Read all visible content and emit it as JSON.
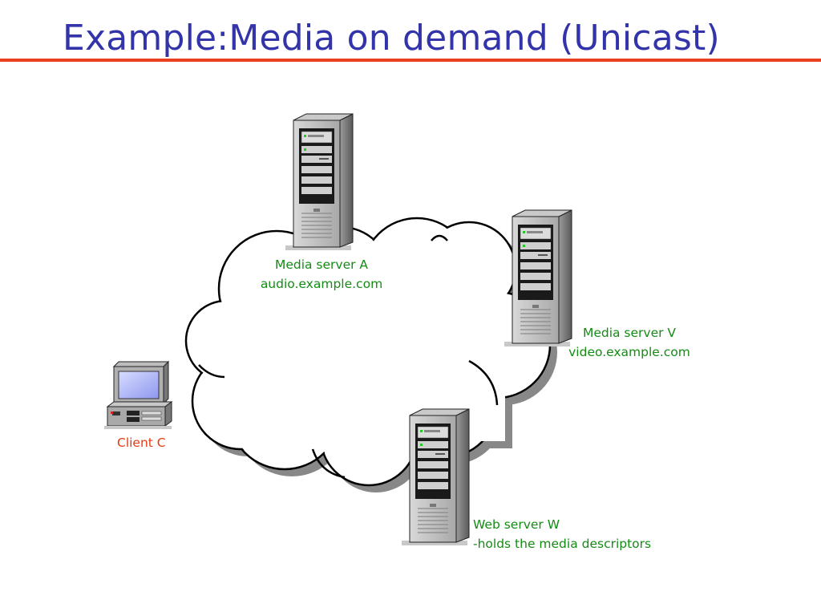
{
  "slide": {
    "title": "Example:Media on demand (Unicast)"
  },
  "nodes": {
    "media_server_a": {
      "name": "Media server A",
      "host": "audio.example.com"
    },
    "media_server_v": {
      "name": "Media server V",
      "host": "video.example.com"
    },
    "web_server_w": {
      "name": "Web server W",
      "note": "-holds the media descriptors"
    },
    "client_c": {
      "name": "Client C"
    }
  },
  "colors": {
    "title": "#3333aa",
    "rule": "#e8401c",
    "server_label": "#148c14",
    "client_label": "#e63a10"
  },
  "icons": {
    "server": "server-tower-icon",
    "client": "desktop-computer-icon",
    "network": "network-cloud"
  }
}
